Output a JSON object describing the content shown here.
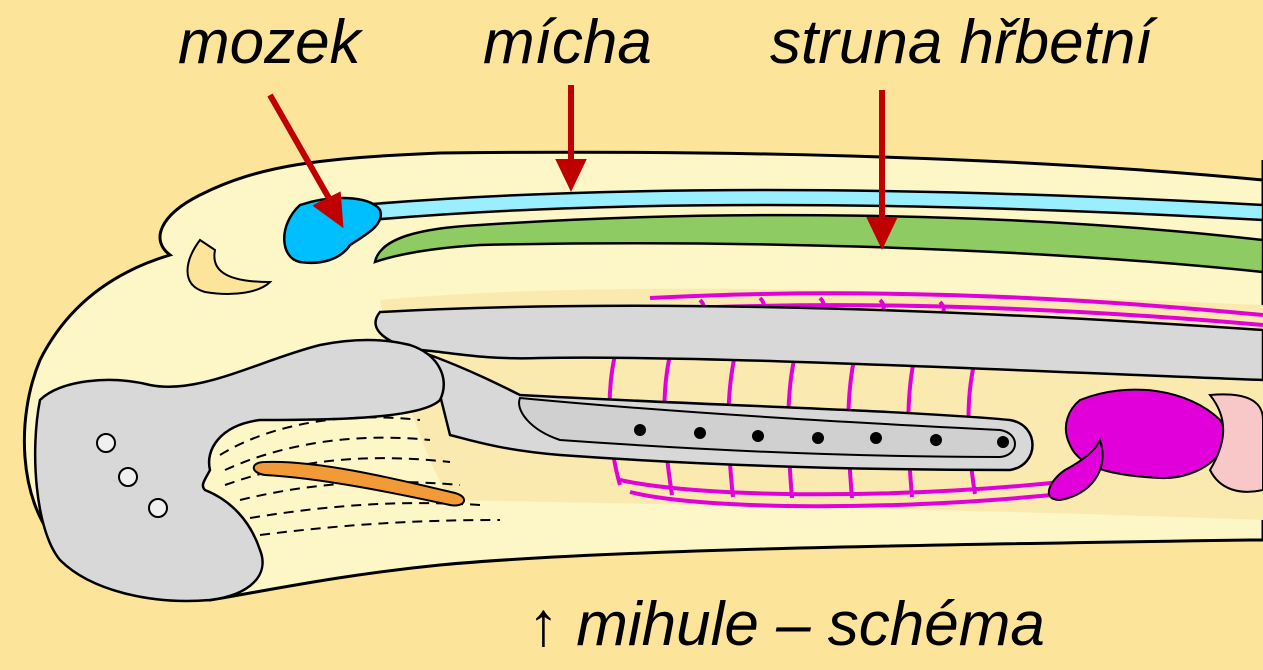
{
  "labels": {
    "brain": "mozek",
    "spinal_cord": "mícha",
    "notochord": "struna hřbetní"
  },
  "caption": "↑ mihule – schéma",
  "colors": {
    "background": "#fde49b",
    "body": "#fdf6c6",
    "brain": "#00bfff",
    "spinal_cord": "#99eeff",
    "notochord": "#8ecb63",
    "gut": "#d8d8d8",
    "gill_basket": "#e100d9",
    "cartilage": "#f39a38",
    "arrows": "#c00000",
    "heart_pink": "#f8c8c8"
  }
}
